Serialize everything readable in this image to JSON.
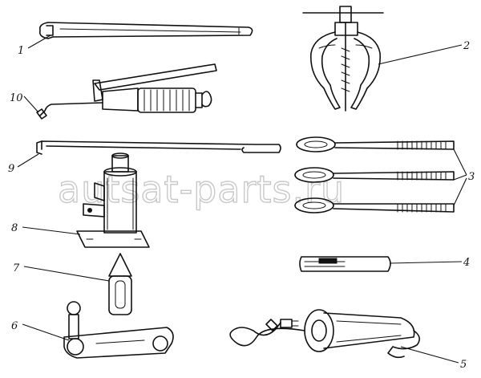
{
  "watermark": "autsat-parts.ru",
  "callouts": {
    "c1": "1",
    "c2": "2",
    "c3": "3",
    "c4": "4",
    "c5": "5",
    "c6": "6",
    "c7": "7",
    "c8": "8",
    "c9": "9",
    "c10": "10"
  },
  "tools": {
    "t1": "wrench",
    "t2": "puller",
    "t3": "towing-eye-bolts",
    "t4": "file",
    "t5": "inspection-lamp",
    "t6": "spark-plug-wrench",
    "t7": "oil-can-tip",
    "t8": "hydraulic-jack",
    "t9": "jack-handle",
    "t10": "grease-gun"
  }
}
